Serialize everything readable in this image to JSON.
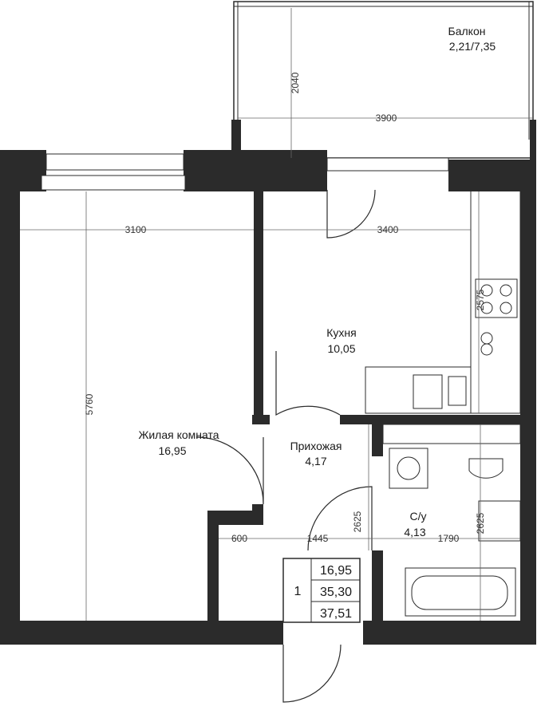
{
  "rooms": {
    "balcony": {
      "name": "Балкон",
      "area": "2,21/7,35"
    },
    "kitchen": {
      "name": "Кухня",
      "area": "10,05"
    },
    "living": {
      "name": "Жилая комната",
      "area": "16,95"
    },
    "hall": {
      "name": "Прихожая",
      "area": "4,17"
    },
    "bath": {
      "name": "С/у",
      "area": "4,13"
    }
  },
  "dimensions": {
    "balcony_depth": "2040",
    "balcony_width": "3900",
    "living_width": "3100",
    "kitchen_width": "3400",
    "living_length": "5760",
    "hall_depth": "2625",
    "bath_depth": "2625",
    "seg_600": "600",
    "seg_1445": "1445",
    "seg_1790": "1790",
    "kitchen_small": "2575"
  },
  "summary": {
    "rooms_count": "1",
    "living_area": "16,95",
    "total_area": "35,30",
    "total_with_balcony": "37,51"
  },
  "colors": {
    "wall": "#2b2b2b",
    "line": "#666666"
  }
}
